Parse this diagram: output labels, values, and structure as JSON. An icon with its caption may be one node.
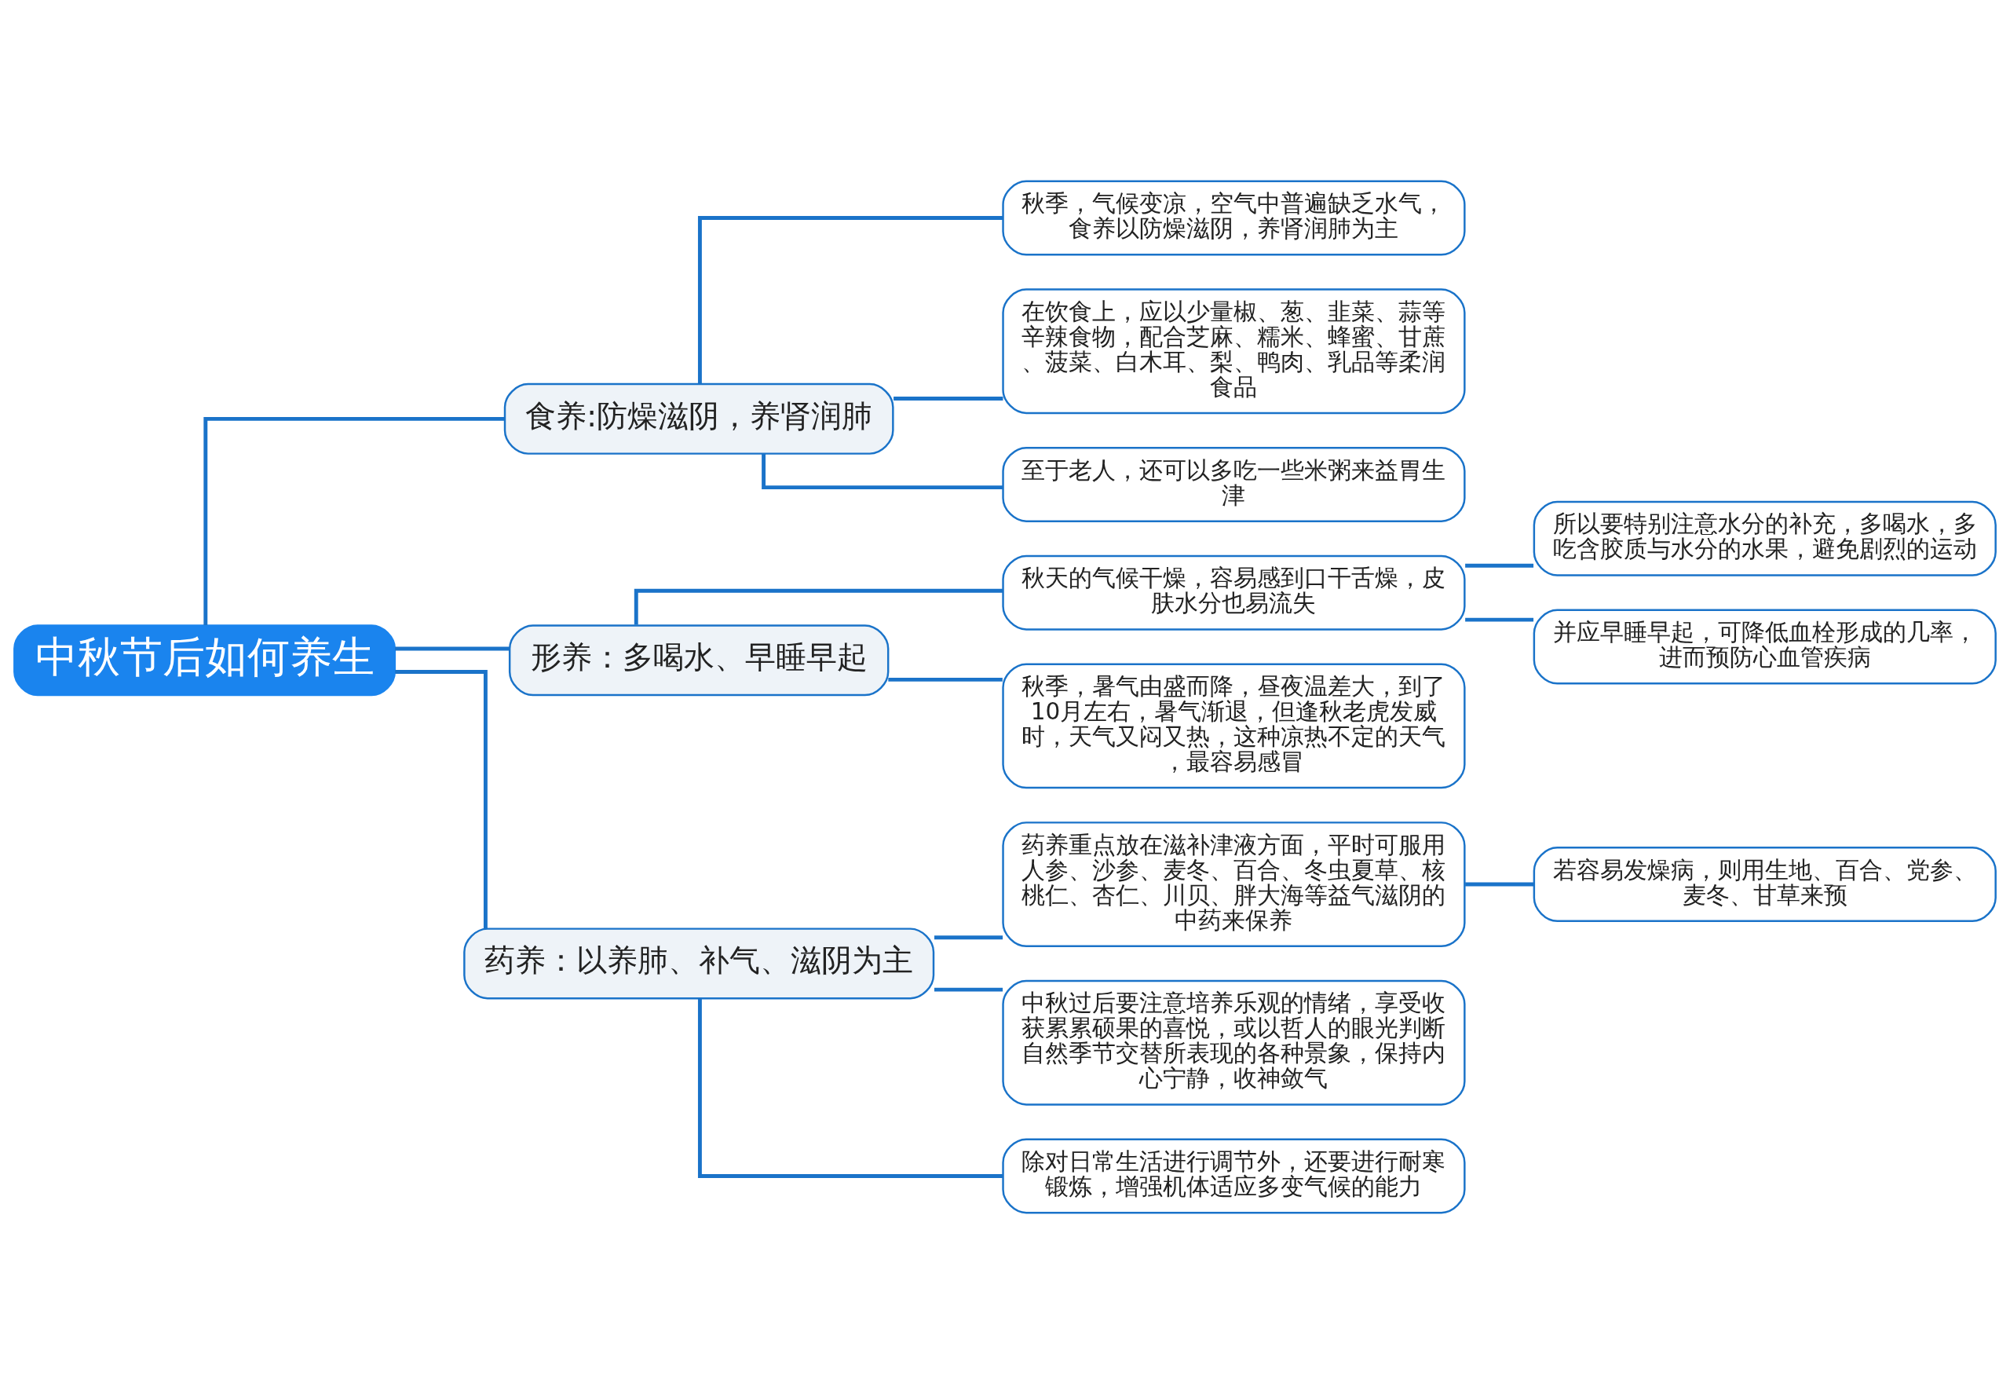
{
  "diagram": {
    "nodes": [
      {
        "text": [
          "中秋节后如何养生"
        ]
      },
      {
        "text": [
          "食养:防燥滋阴，养肾润肺"
        ]
      },
      {
        "text": [
          "秋季，气候变凉，空气中普遍缺乏水气，食养以防燥滋阴，养肾润肺为主"
        ]
      },
      {
        "text": [
          "在饮食上，应以少量椒、葱、韭菜、蒜等辛辣食物，配合芝麻、糯米、蜂蜜、甘蔗、菠菜、白木耳、梨、鸭肉、乳品等柔润食品"
        ]
      },
      {
        "text": [
          "至于老人，还可以多吃一些米粥来益胃生津"
        ]
      },
      {
        "text": [
          "形养：多喝水、早睡早起"
        ]
      },
      {
        "text": [
          "秋天的气候干燥，容易感到口干舌燥，皮肤水分也易流失"
        ]
      },
      {
        "text": [
          "所以要特别注意水分的补充，多喝水，多吃含胶质与水分的水果，避免剧烈的运动"
        ]
      },
      {
        "text": [
          "并应早睡早起，可降低血栓形成的几率，进而预防心血管疾病"
        ]
      },
      {
        "text": [
          "秋季，暑气由盛而降，昼夜温差大，到了10月左右，暑气渐退，但逢秋老虎发威时，天气又闷又热，这种凉热不定的天气，最容易感冒"
        ]
      },
      {
        "text": [
          "药养：以养肺、补气、滋阴为主"
        ]
      },
      {
        "text": [
          "药养重点放在滋补津液方面，平时可服用人参、沙参、麦冬、百合、冬虫夏草、核桃仁、杏仁、川贝、胖大海等益气滋阴的中药来保养"
        ]
      },
      {
        "text": [
          "若容易发燥病，则用生地、百合、党参、麦冬、甘草来预"
        ]
      },
      {
        "text": [
          "中秋过后要注意培养乐观的情绪，享受收获累累硕果的喜悦，或以哲人的眼光判断自然季节交替所表现的各种景象，保持内心宁静，收神敛气"
        ]
      },
      {
        "text": [
          "除对日常生活进行调节外，还要进行耐寒锻炼，增强机体适应多变气候的能力"
        ]
      }
    ],
    "edges": [
      {
        "from": 0,
        "to": 1,
        "arrow": "none"
      },
      {
        "from": 1,
        "to": 2,
        "arrow": "none"
      },
      {
        "from": 1,
        "to": 3,
        "arrow": "none"
      },
      {
        "from": 1,
        "to": 4,
        "arrow": "none"
      },
      {
        "from": 0,
        "to": 5,
        "arrow": "none"
      },
      {
        "from": 5,
        "to": 6,
        "arrow": "none"
      },
      {
        "from": 6,
        "to": 7,
        "arrow": "none"
      },
      {
        "from": 6,
        "to": 8,
        "arrow": "none"
      },
      {
        "from": 5,
        "to": 9,
        "arrow": "none"
      },
      {
        "from": 0,
        "to": 10,
        "arrow": "none"
      },
      {
        "from": 10,
        "to": 11,
        "arrow": "none"
      },
      {
        "from": 11,
        "to": 12,
        "arrow": "none"
      },
      {
        "from": 10,
        "to": 13,
        "arrow": "none"
      },
      {
        "from": 10,
        "to": 14,
        "arrow": "none"
      }
    ]
  }
}
